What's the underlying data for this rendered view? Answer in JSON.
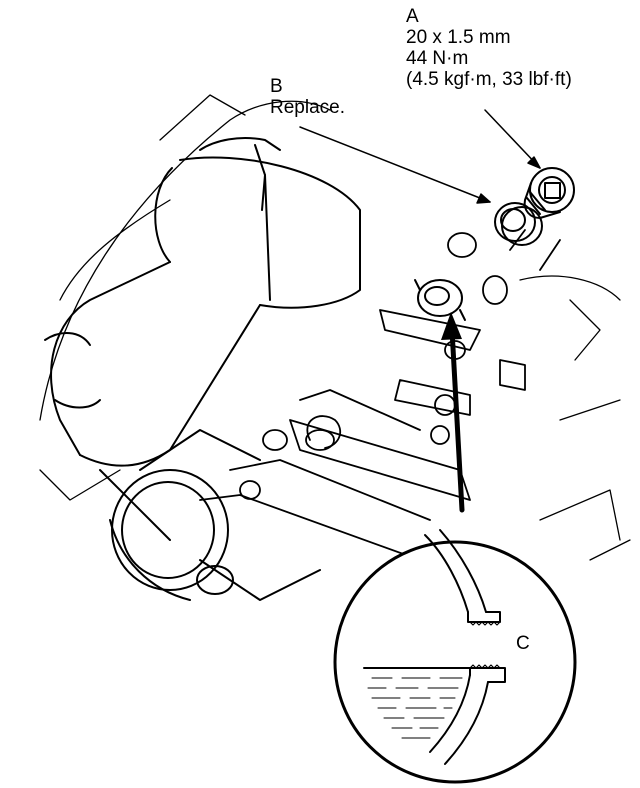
{
  "callouts": {
    "a": {
      "letter": "A",
      "size": "20 x 1.5 mm",
      "torque_nm": "44 N·m",
      "torque_alt": "(4.5 kgf·m, 33 lbf·ft)"
    },
    "b": {
      "letter": "B",
      "note": "Replace."
    },
    "c": {
      "letter": "C"
    }
  },
  "colors": {
    "line": "#000000",
    "background": "#ffffff"
  }
}
